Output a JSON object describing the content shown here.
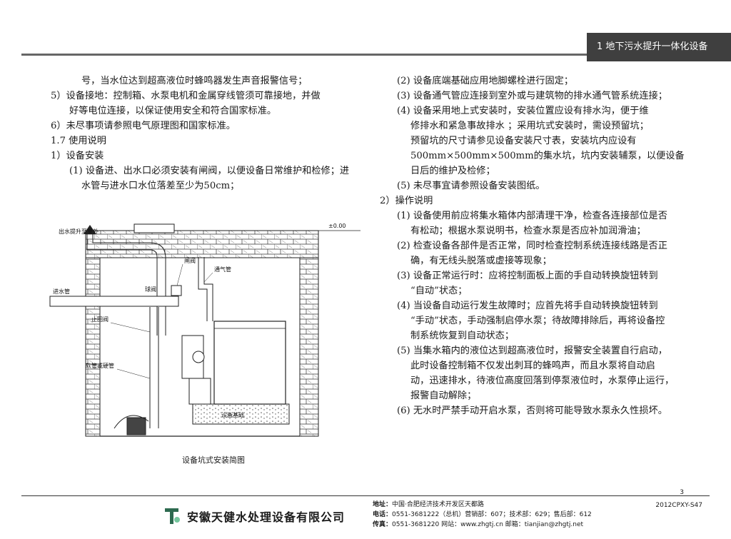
{
  "header": {
    "section_title": "1  地下污水提升一体化设备"
  },
  "left_column": [
    {
      "indent": "ind3",
      "text": "号，当水位达到超高液位时蜂鸣器发生声音报警信号；"
    },
    {
      "indent": "ind1",
      "text": "5）设备接地：控制箱、水泵电机和金属穿线管须可靠接地，并做"
    },
    {
      "indent": "ind2",
      "text": "好等电位连接，以保证使用安全和符合国家标准。"
    },
    {
      "indent": "ind1",
      "text": "6）未尽事项请参照电气原理图和国家标准。"
    },
    {
      "indent": "ind1",
      "text": "1.7  使用说明"
    },
    {
      "indent": "ind1",
      "text": "1）设备安装"
    },
    {
      "indent": "ind2",
      "text": "(1) 设备进、出水口必须安装有闸阀，以便设备日常维护和检修；进"
    },
    {
      "indent": "ind3",
      "text": "水管与进水口水位落差至少为50cm；"
    }
  ],
  "right_column": [
    {
      "indent": "rind1",
      "text": "(2) 设备底端基础应用地脚螺栓进行固定；"
    },
    {
      "indent": "rind1",
      "text": "(3) 设备通气管应连接到室外或与建筑物的排水通气管系统连接；"
    },
    {
      "indent": "rind1",
      "text": "(4) 设备采用地上式安装时，安装位置应设有排水沟，便于维"
    },
    {
      "indent": "rind2",
      "text": "修排水和紧急事故排水 ；采用坑式安装时，需设预留坑；"
    },
    {
      "indent": "rind2",
      "text": "预留坑的尺寸请参见设备安装尺寸表，安装坑内应设有"
    },
    {
      "indent": "rind2",
      "text": "500mm×500mm×500mm的集水坑，坑内安装辅泵，以便设备"
    },
    {
      "indent": "rind2",
      "text": "日后的维护及检修；"
    },
    {
      "indent": "rind1",
      "text": "(5) 未尽事宜请参照设备安装图纸。"
    },
    {
      "indent": "",
      "text": "2）操作说明"
    },
    {
      "indent": "rind1",
      "text": "(1) 设备使用前应将集水箱体内部清理干净，检查各连接部位是否"
    },
    {
      "indent": "rind2",
      "text": "有松动；根据水泵说明书，检查水泵是否应补加润滑油；"
    },
    {
      "indent": "rind1",
      "text": "(2) 检查设备各部件是否正常，同时检查控制系统连接线路是否正"
    },
    {
      "indent": "rind2",
      "text": "确，有无线头脱落或虚接等现象；"
    },
    {
      "indent": "rind1",
      "text": "(3) 设备正常运行时：应将控制面板上面的手自动转换旋钮转到"
    },
    {
      "indent": "rind2",
      "text": "“自动”状态；"
    },
    {
      "indent": "rind1",
      "text": "(4) 当设备自动运行发生故障时；应首先将手自动转换旋钮转到"
    },
    {
      "indent": "rind2",
      "text": "“手动”状态，手动强制启停水泵；待故障排除后，再将设备控"
    },
    {
      "indent": "rind2",
      "text": "制系统恢复到自动状态；"
    },
    {
      "indent": "rind1",
      "text": "(5) 当集水箱内的液位达到超高液位时，报警安全装置自行启动，"
    },
    {
      "indent": "rind2",
      "text": "此时设备控制箱不仅发出刺耳的蜂鸣声，而且水泵将自动启"
    },
    {
      "indent": "rind2",
      "text": "动，迅速排水，待液位高度回落到停泵液位时，水泵停止运行，"
    },
    {
      "indent": "rind2",
      "text": "报警自动解除；"
    },
    {
      "indent": "rind1",
      "text": "(6) 无水时严禁手动开启水泵，否则将可能导致水泵永久性损坏。"
    }
  ],
  "diagram": {
    "labels": {
      "outlet": "出水提升至室外",
      "level": "±0.00",
      "gate_valve": "闸阀",
      "vent_pipe": "通气管",
      "inlet": "进水管",
      "ball_valve": "球阀",
      "check_valve": "止回阀",
      "hose": "软管或硬管",
      "foundation": "设备基础"
    },
    "caption": "设备坑式安装简图"
  },
  "footer": {
    "page_number": "3",
    "doc_code": "2012CPXY-S47",
    "company": "安徽天健水处理设备有限公司",
    "address_label": "地址：",
    "address": "中国·合肥经济技术开发区天都路",
    "phone_label": "电话：",
    "phone": "0551-3681222（总机）营销部：607；技术部：629；售后部：612",
    "fax_label": "传真：",
    "fax": "0551-3681220    网站：www.zhgtj.cn    邮箱：tianjian@zhgtj.net"
  }
}
